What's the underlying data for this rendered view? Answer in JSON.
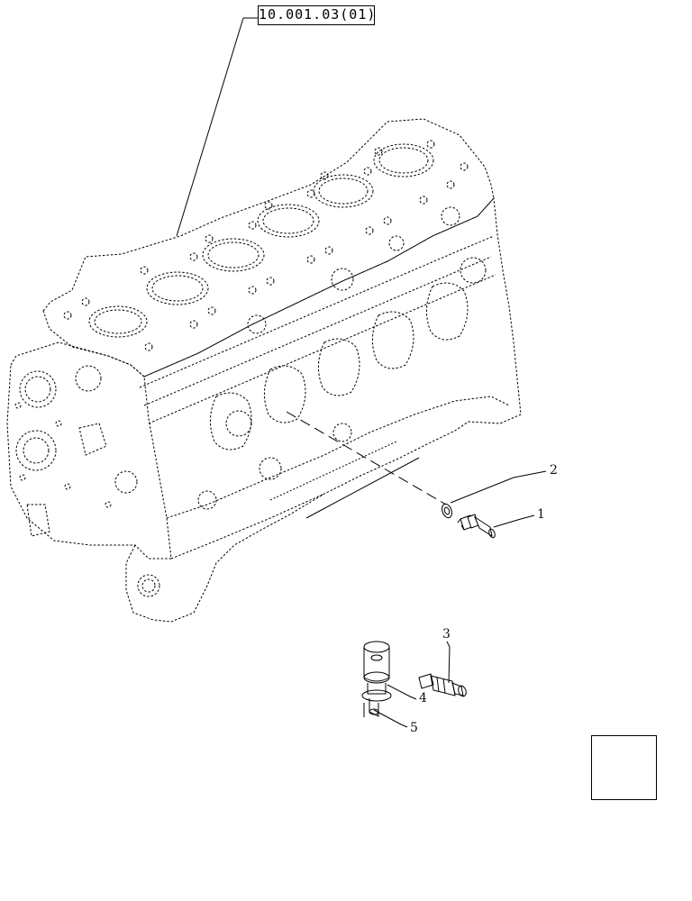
{
  "reference": {
    "label": "10.001.03(01)"
  },
  "callouts": {
    "c1": "1",
    "c2": "2",
    "c3": "3",
    "c4": "4",
    "c5": "5"
  },
  "nav": {
    "icon": "arrow-down-left-icon"
  },
  "colors": {
    "line": "#000000",
    "background": "#ffffff"
  }
}
